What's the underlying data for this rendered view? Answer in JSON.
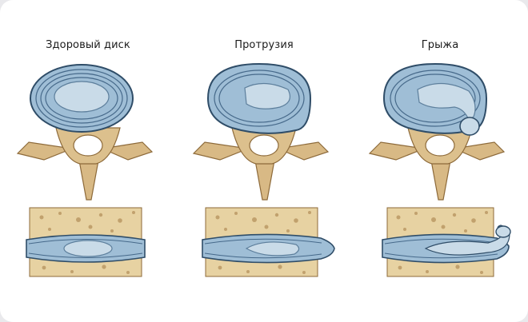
{
  "stages": [
    {
      "id": "healthy",
      "label": "Здоровый диск"
    },
    {
      "id": "protrusion",
      "label": "Протрузия"
    },
    {
      "id": "hernia",
      "label": "Грыжа"
    }
  ],
  "colors": {
    "background": "#ffffff",
    "disc_blue": "#9fbed6",
    "disc_ring_dark": "#3c5f7d",
    "nucleus": "#c9dbe8",
    "bone": "#dcc08d",
    "bone_dark": "#8d6a3a",
    "bone_spongy": "#e7d2a2"
  }
}
